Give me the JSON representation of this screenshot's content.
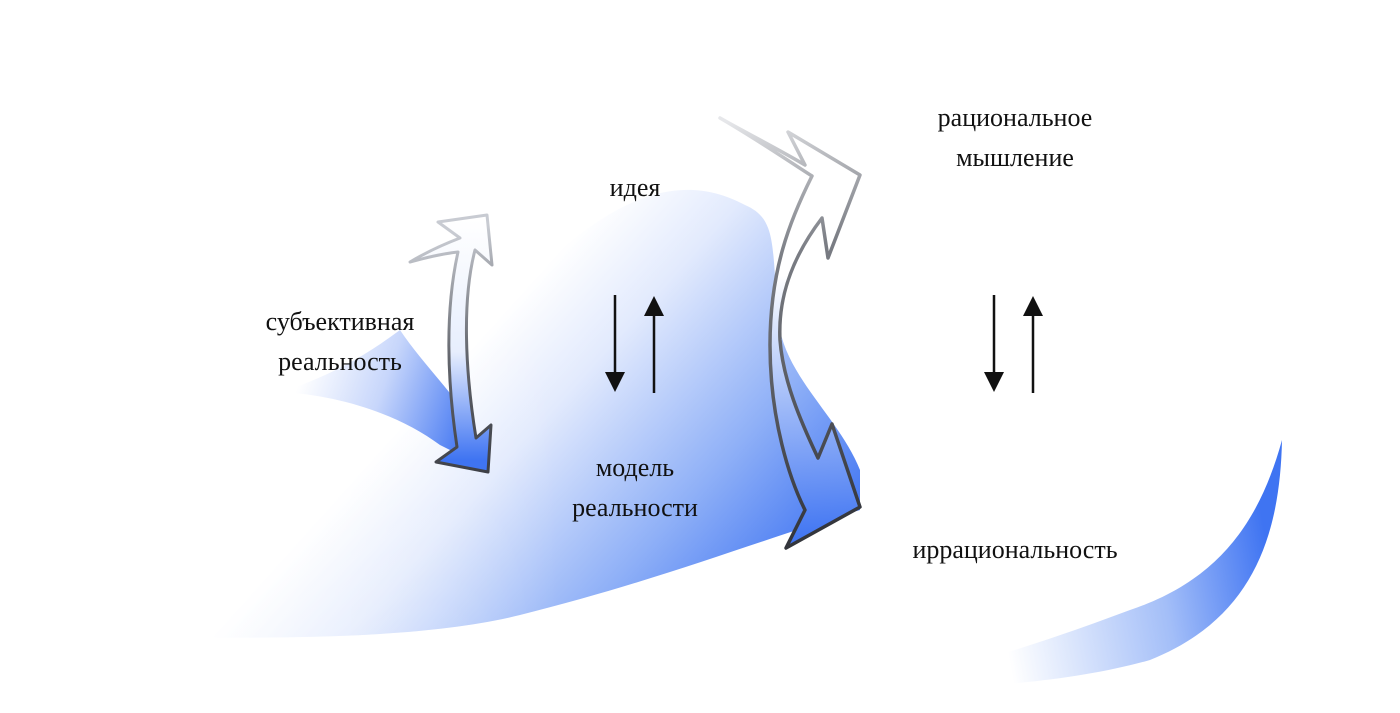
{
  "labels": {
    "idea": "идея",
    "rational": [
      "рациональное",
      "мышление"
    ],
    "subjective": [
      "субъективная",
      "реальность"
    ],
    "model": [
      "модель",
      "реальности"
    ],
    "irrational": "иррациональность"
  },
  "colors": {
    "fill_blue": "#3f74f2",
    "fill_light": "#ffffff",
    "arrow_outline": "#3d3f46",
    "text": "#111111"
  },
  "icons": [
    "double-headed-curved-arrow",
    "up-arrow",
    "down-arrow"
  ]
}
